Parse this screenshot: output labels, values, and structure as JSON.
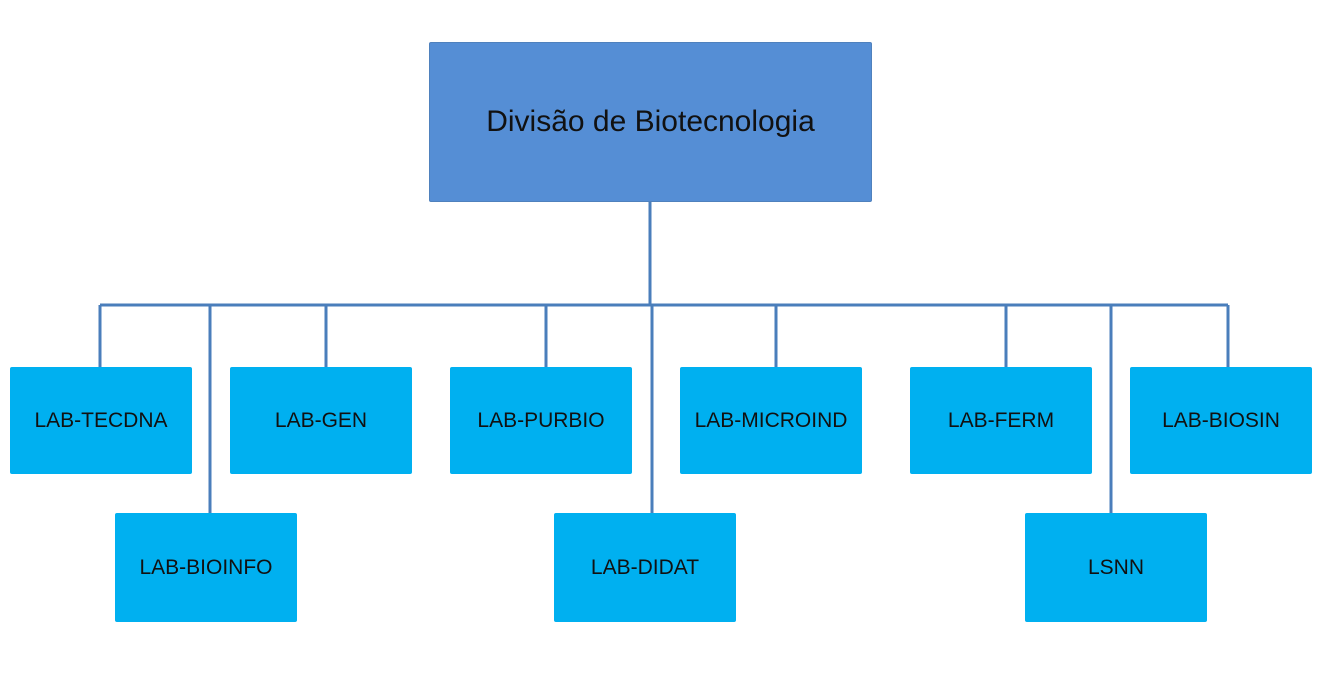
{
  "diagram": {
    "root": {
      "label": "Divisão de Biotecnologia"
    },
    "children": [
      "LAB-TECDNA",
      "LAB-GEN",
      "LAB-PURBIO",
      "LAB-MICROIND",
      "LAB-FERM",
      "LAB-BIOSIN",
      "LAB-BIOINFO",
      "LAB-DIDAT",
      "LSNN"
    ]
  },
  "colors": {
    "root_fill": "#558ed5",
    "child_fill": "#00b0f0",
    "connector": "#4a7ebb"
  }
}
